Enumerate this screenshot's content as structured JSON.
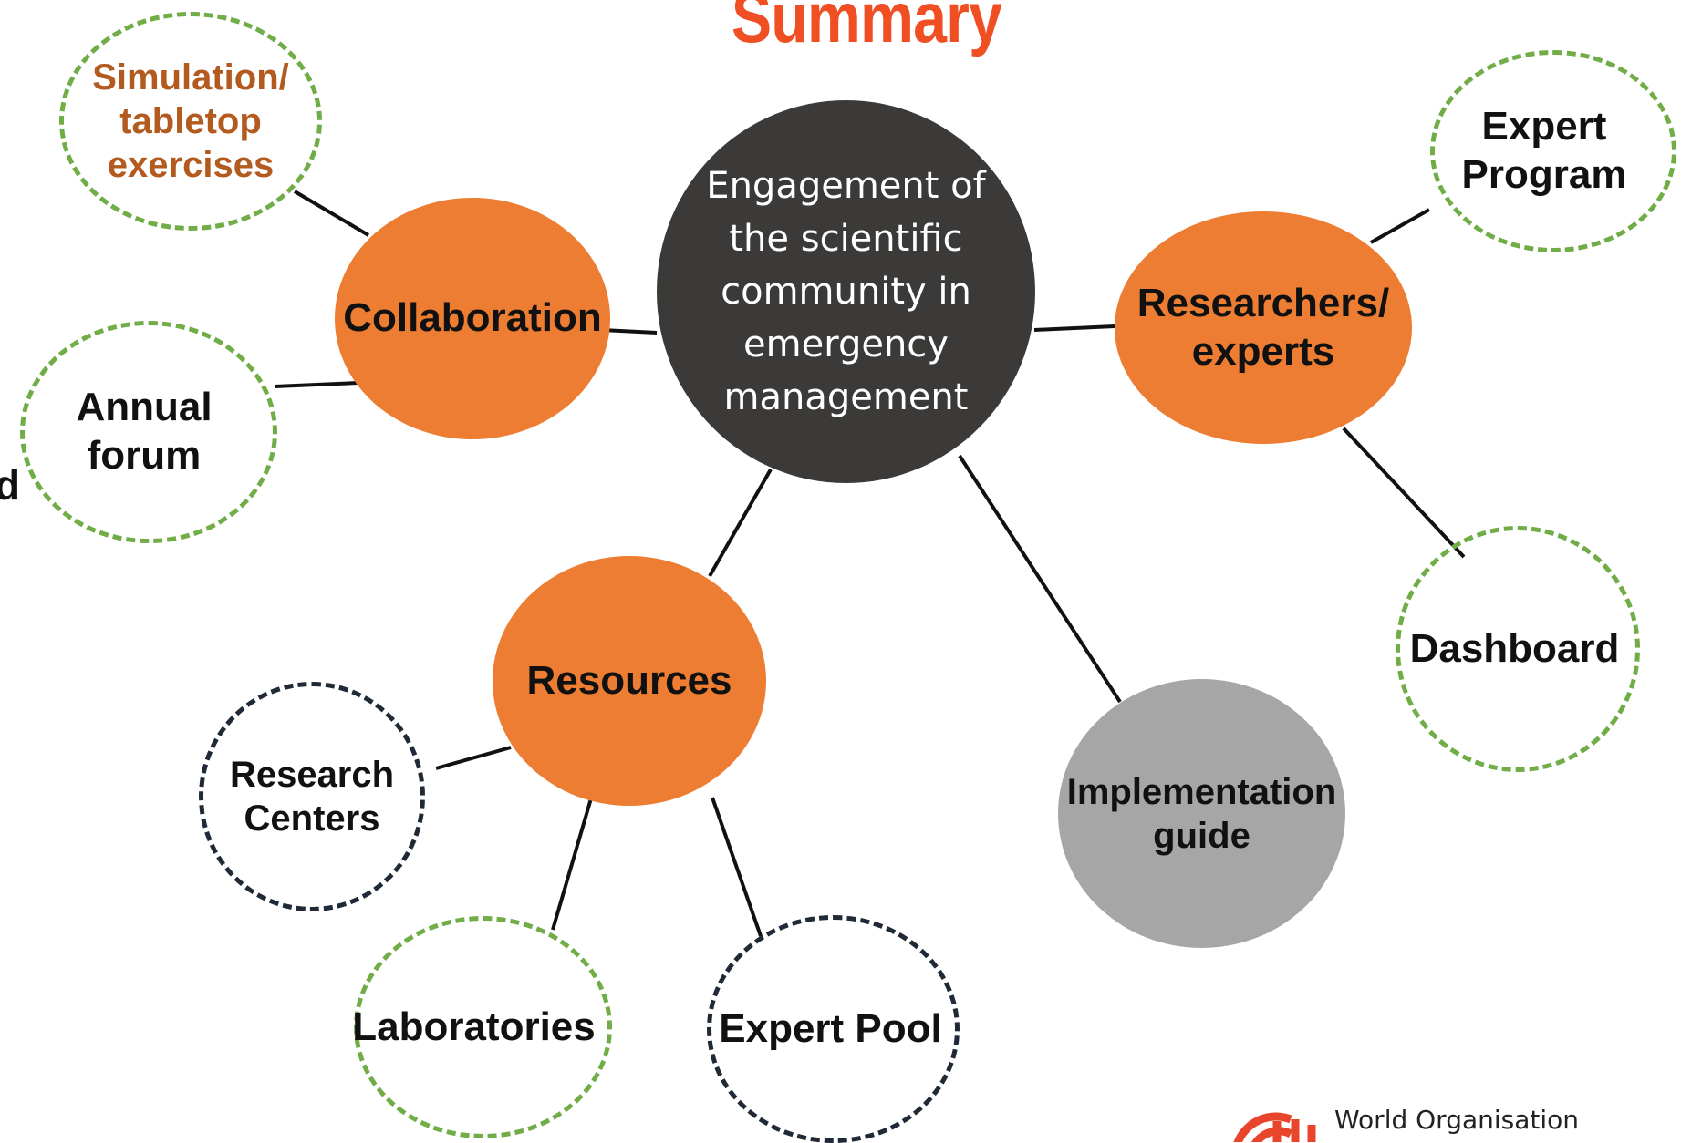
{
  "title": "Summary",
  "center": {
    "label": "Engagement of\nthe scientific\ncommunity in\nemergency\nmanagement"
  },
  "hubs": {
    "collaboration": "Collaboration",
    "researchers": "Researchers/\nexperts",
    "resources": "Resources",
    "implementation": "Implementation\nguide"
  },
  "leaves": {
    "simulation": "Simulation/\ntabletop\nexercises",
    "annual_forum": "Annual\nforum",
    "expert_program": "Expert\nProgram",
    "dashboard": "Dashboard",
    "research_centers": "Research\nCenters",
    "laboratories": "Laboratories",
    "expert_pool": "Expert Pool"
  },
  "cut_off_text": "d",
  "logo": {
    "text": "World Organisation"
  },
  "colors": {
    "title": "#f04e23",
    "center_fill": "#3b3a38",
    "hub_fill": "#ec7d32",
    "implementation_fill": "#a6a6a6",
    "leaf_border_green": "#70ad47",
    "leaf_border_dark": "#1f2a36",
    "simulation_text": "#b35a1f"
  }
}
